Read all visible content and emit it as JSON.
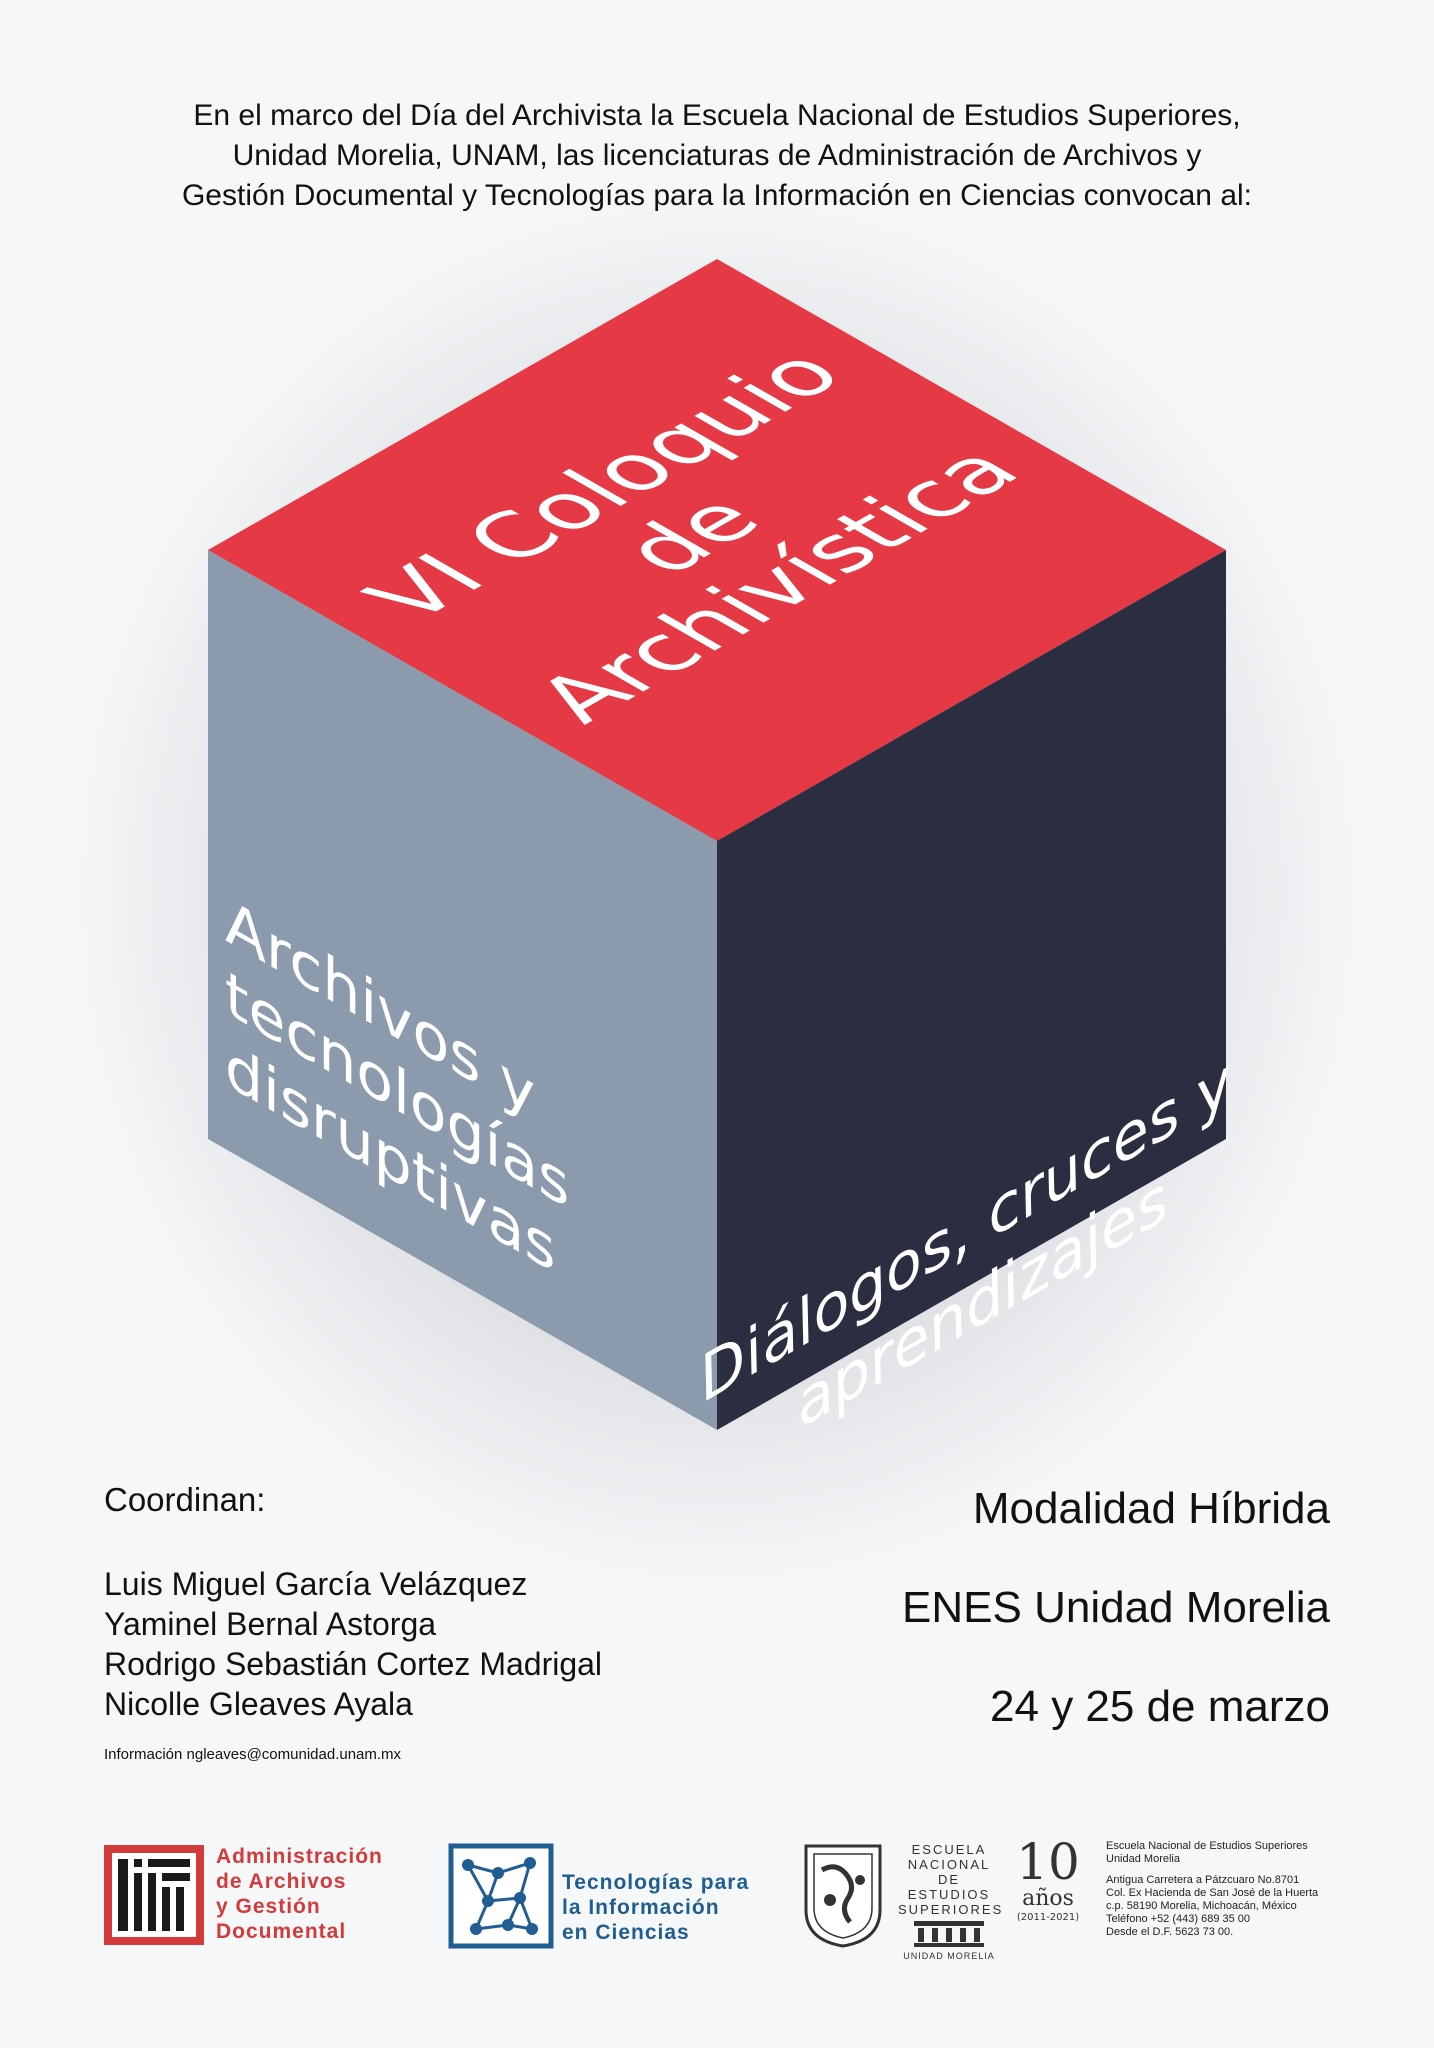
{
  "intro_lines": [
    "En el marco del Día del Archivista la Escuela Nacional de Estudios Superiores,",
    "Unidad Morelia, UNAM, las licenciaturas de Administración de Archivos y",
    "Gestión Documental y Tecnologías para la Información en Ciencias convocan al:"
  ],
  "cube": {
    "top_lines": [
      "VI Coloquio",
      "de",
      "Archivística"
    ],
    "left_lines": [
      "Archivos y",
      "tecnologías",
      "disruptivas"
    ],
    "right_lines": [
      "Diálogos, cruces y",
      "aprendizajes"
    ],
    "colors": {
      "top": "#e53946",
      "left": "#8b9aac",
      "right": "#2b2d40"
    }
  },
  "coordinators": {
    "heading": "Coordinan:",
    "names": [
      "Luis Miguel García Velázquez",
      "Yaminel Bernal Astorga",
      "Rodrigo Sebastián Cortez Madrigal",
      "Nicolle Gleaves Ayala"
    ],
    "info": "Información ngleaves@comunidad.unam.mx"
  },
  "event": {
    "modality": "Modalidad Híbrida",
    "venue": "ENES Unidad Morelia",
    "dates": "24 y 25 de marzo"
  },
  "logos": {
    "adm_lines": [
      "Administración",
      "de Archivos",
      "y Gestión",
      "Documental"
    ],
    "tec_lines": [
      "Tecnologías para",
      "la Información",
      "en Ciencias"
    ],
    "escuela_lines": [
      "ESCUELA",
      "NACIONAL",
      "DE ESTUDIOS",
      "SUPERIORES"
    ],
    "unidad": "UNIDAD MORELIA",
    "aniversario_num": "10",
    "aniversario_word": "años",
    "aniversario_range": "(2011-2021)",
    "address_lines": [
      "Escuela Nacional de Estudios Superiores",
      "Unidad Morelia",
      "Antigua Carretera a Pátzcuaro No.8701",
      "Col. Ex Hacienda de San José de la Huerta",
      "c.p. 58190 Morelia, Michoacán, México",
      "Teléfono +52 (443) 689 35 00",
      "Desde el D.F. 5623 73 00."
    ]
  }
}
